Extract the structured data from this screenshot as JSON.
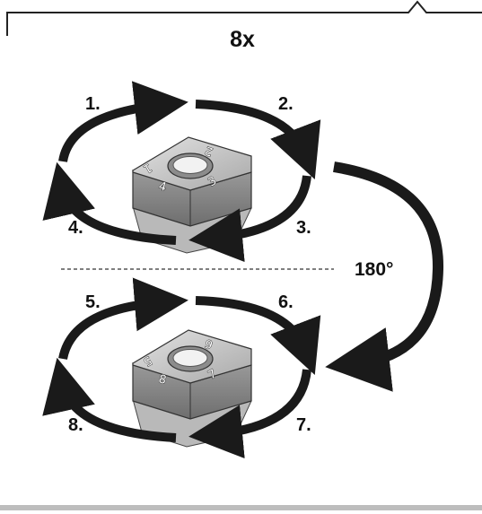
{
  "title": "8x",
  "rotation_label": "180°",
  "steps_top": [
    "1.",
    "2.",
    "3.",
    "4."
  ],
  "steps_bottom": [
    "5.",
    "6.",
    "7.",
    "8."
  ],
  "insert_top_corners": [
    "1",
    "2",
    "3",
    "4"
  ],
  "insert_bottom_corners": [
    "5",
    "6",
    "7",
    "8"
  ],
  "colors": {
    "arrow": "#1a1a1a",
    "insert_top": "#c9c9c9",
    "insert_side": "#8c8c8c",
    "frame": "#222222",
    "footer_bar": "#bdbdbd"
  }
}
